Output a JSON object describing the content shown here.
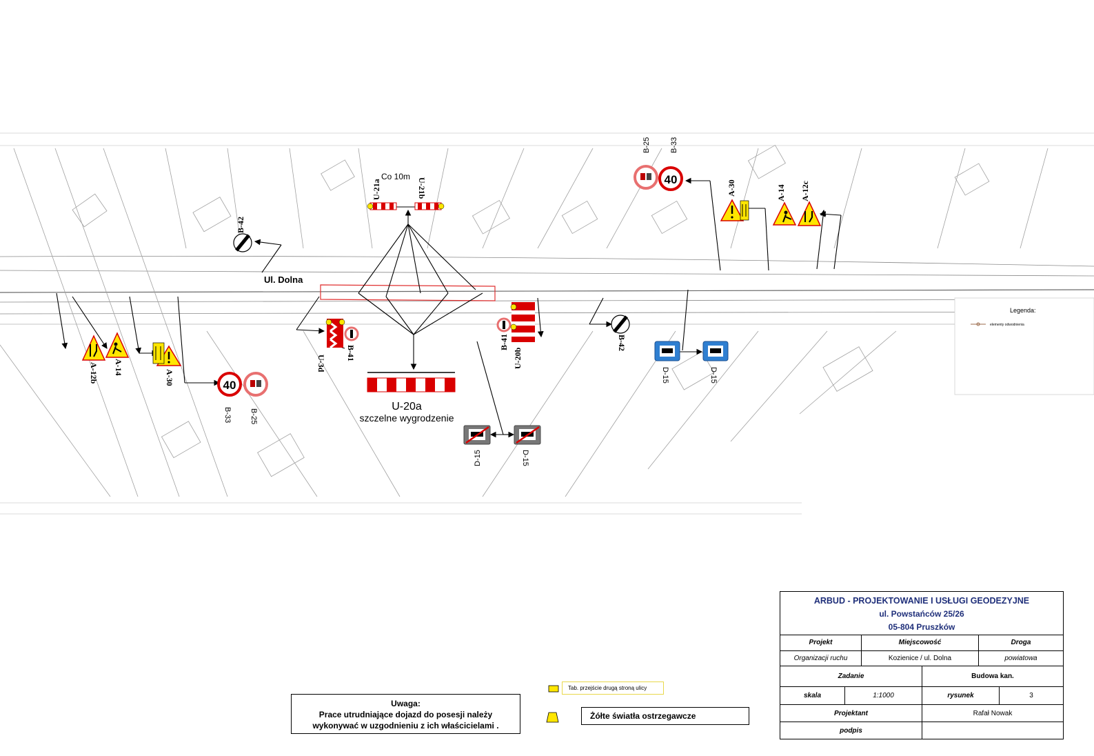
{
  "map": {
    "street_label": "Ul. Dolna",
    "spacing_label": "Co 10m",
    "barrier_title": "U-20a",
    "barrier_subtitle": "szczelne wygrodzenie",
    "speed_limit": "40",
    "signs": {
      "b25": "B-25",
      "b33": "B-33",
      "b42": "B-42",
      "b41": "B-41",
      "a30": "A-30",
      "a14": "A-14",
      "a12c": "A-12c",
      "a12b": "A-12b",
      "u21a": "U-21a",
      "u21b": "U-21b",
      "u3d": "U-3d",
      "u20b": "U-20b",
      "d15": "D-15"
    },
    "legend_heading": "Legenda:",
    "legend_item": "elementy odwodnienia"
  },
  "note": {
    "title": "Uwaga:",
    "line1": "Prace utrudniające dojazd do posesji należy",
    "line2": "wykonywać w uzgodnieniu z ich właścicielami ."
  },
  "legend": {
    "tab_label": "Tab. przejście drugą stroną ulicy",
    "lights_label": "Żółte światła ostrzegawcze"
  },
  "title_block": {
    "company": "ARBUD - PROJEKTOWANIE I USŁUGI GEODEZYJNE",
    "address1": "ul. Powstańców 25/26",
    "address2": "05-804 Pruszków",
    "h_projekt": "Projekt",
    "h_miejscowosc": "Miejscowość",
    "h_droga": "Droga",
    "v_projekt": "Organizacji ruchu",
    "v_miejscowosc": "Kozienice / ul. Dolna",
    "v_droga": "powiatowa",
    "h_zadanie": "Zadanie",
    "v_zadanie": "Budowa kan.",
    "h_skala": "skala",
    "v_skala": "1:1000",
    "h_rysunek": "rysunek",
    "v_rysunek": "3",
    "h_projektant": "Projektant",
    "v_projektant": "Rafał Nowak",
    "h_podpis": "podpis"
  },
  "colors": {
    "sign_red": "#d90000",
    "sign_yellow": "#ffe600",
    "sign_blue": "#2f7fd1",
    "title_blue": "#1f2f7a",
    "map_line": "#9a9a9a"
  }
}
